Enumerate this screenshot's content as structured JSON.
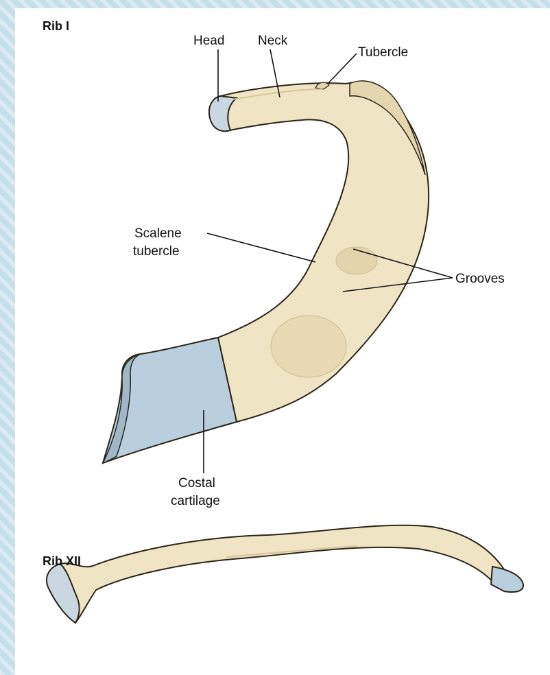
{
  "figure": {
    "rib1_title": "Rib I",
    "rib12_title": "Rib XII",
    "labels": {
      "head": "Head",
      "neck": "Neck",
      "tubercle": "Tubercle",
      "scalene_line1": "Scalene",
      "scalene_line2": "tubercle",
      "grooves": "Grooves",
      "costal_line1": "Costal",
      "costal_line2": "cartilage"
    },
    "colors": {
      "bone": "#efe4c4",
      "bone_shadow": "#d9cba3",
      "cartilage": "#b9cfdd",
      "cartilage_shadow": "#9fb8c9",
      "outline": "#2a2418",
      "background": "#cde4ec"
    }
  }
}
